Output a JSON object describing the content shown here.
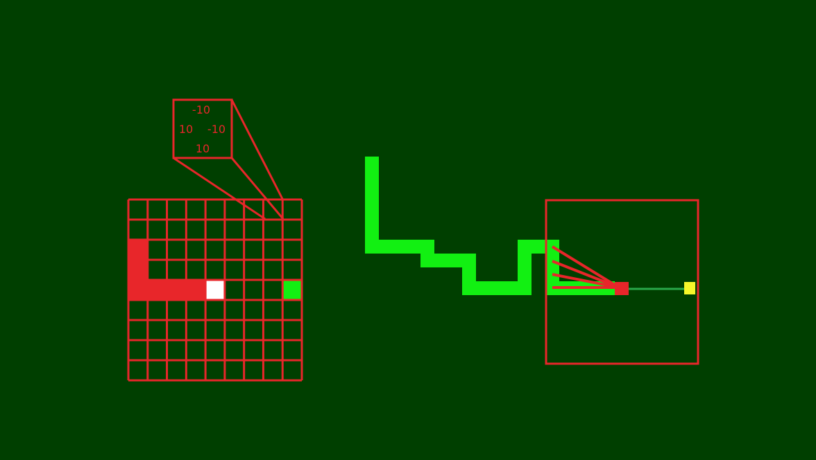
{
  "colors": {
    "background": "#003f00",
    "red": "#e8262a",
    "snake": "#12f012",
    "food": "#f6f62a",
    "white": "#ffffff",
    "ray": "#2aa84a"
  },
  "grid": {
    "cols": 9,
    "rows": 9,
    "snake_cells": [
      [
        0,
        2
      ],
      [
        0,
        3
      ],
      [
        0,
        4
      ],
      [
        1,
        4
      ],
      [
        2,
        4
      ],
      [
        3,
        4
      ]
    ],
    "head_cell": [
      4,
      4
    ],
    "food_cell": [
      8,
      4
    ]
  },
  "callout": {
    "top_value": "-10",
    "left_value": "10",
    "right_value": "-10",
    "bottom_value": "10"
  },
  "snake_path": {
    "description_icon": "snake-body"
  },
  "vision": {
    "ray_count": 4,
    "target_icon": "food-icon"
  }
}
